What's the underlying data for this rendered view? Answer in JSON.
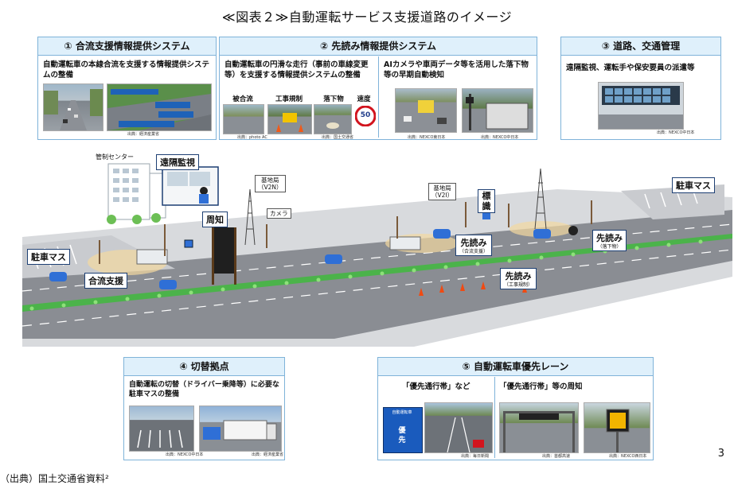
{
  "title": "≪図表２≫自動運転サービス支援道路のイメージ",
  "panels": {
    "p1": {
      "head": "① 合流支援情報提供システム",
      "text": "自動運転車の本線合流を支援する情報提供システムの整備",
      "source": "出典：経済産業省"
    },
    "p2": {
      "head": "② 先読み情報提供システム",
      "text_left": "自動運転車の円滑な走行（事前の車線変更等）を支援する情報提供システムの整備",
      "text_right": "AIカメラや車両データ等を活用した落下物等の早期自動検知",
      "labels": [
        "被合流",
        "工事規制",
        "落下物",
        "速度"
      ],
      "speed": "50",
      "source_a": "出典：photo AC",
      "source_b": "出典：国土交通省",
      "source_c": "出典：NEXCO東日本",
      "source_d": "出典：NEXCO中日本"
    },
    "p3": {
      "head": "③ 道路、交通管理",
      "text": "遠隔監視、運転手や保安要員の派遣等",
      "source": "出典：NEXCO中日本"
    },
    "p4": {
      "head": "④ 切替拠点",
      "text": "自動運転の切替（ドライバー乗降等）に必要な駐車マスの整備",
      "source_a": "出典：NEXCO中日本",
      "source_b": "出典：経済産業省"
    },
    "p5": {
      "head": "⑤ 自動運転車優先レーン",
      "sub_left": "「優先通行帯」など",
      "sub_right": "「優先通行帯」等の周知",
      "sign_top": "自動運転車",
      "sign_mid": "優",
      "sign_bot": "先",
      "source_a": "出典：毎日新聞",
      "source_b": "出典：首都高速",
      "source_c": "出典：NEXCO西日本"
    }
  },
  "scene": {
    "control_center": "管制センター",
    "remote_monitor": "遠隔監視",
    "notice": "周知",
    "base_station_a_1": "基地局",
    "base_station_a_2": "（V2N）",
    "base_station_b_1": "基地局",
    "base_station_b_2": "（V2I）",
    "camera": "カメラ",
    "sign": "標識",
    "parking_left": "駐車マス",
    "parking_right": "駐車マス",
    "merge": "合流支援",
    "preread_a": "先読み",
    "preread_a_sub": "（合流支援）",
    "preread_b": "先読み",
    "preread_b_sub": "（工事規制）",
    "preread_c": "先読み",
    "preread_c_sub": "（落下物）"
  },
  "page_number": "3",
  "source_note": "（出典）国土交通省資料²",
  "colors": {
    "panel_border": "#7fb3d9",
    "panel_head": "#dff0fb",
    "road": "#8a8d93",
    "median": "#3cb043",
    "car": "#2f6fd6"
  }
}
